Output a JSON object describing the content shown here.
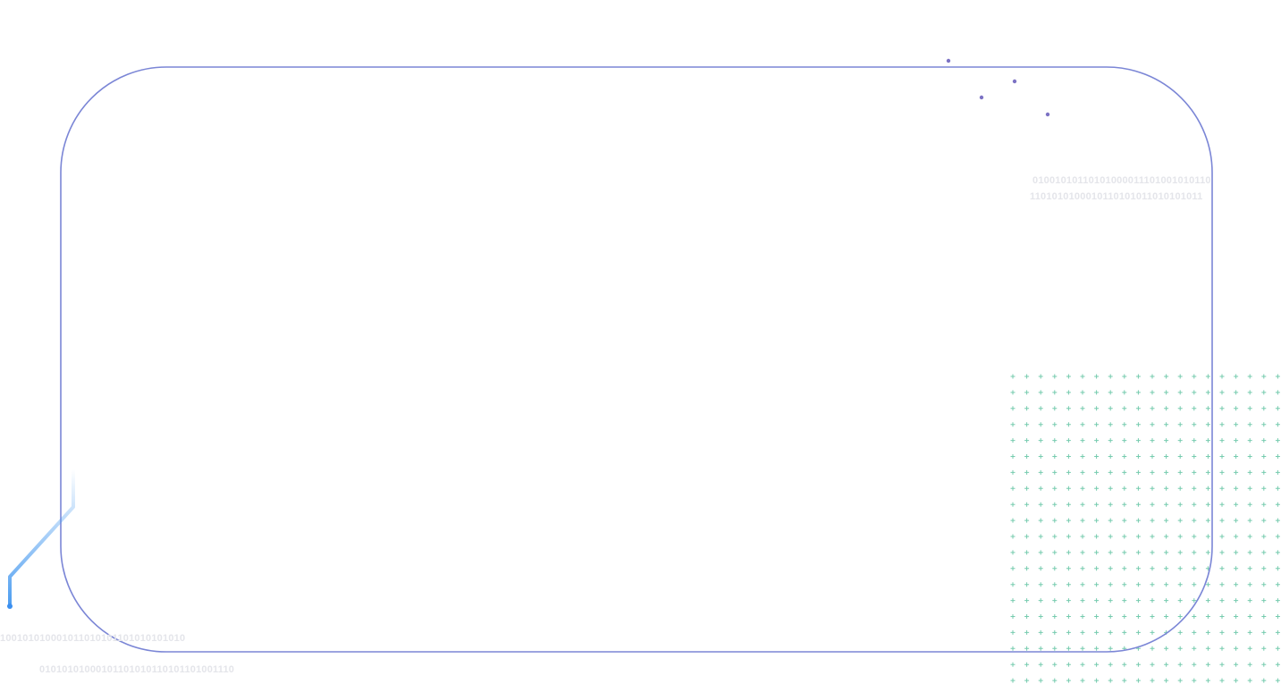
{
  "colors": {
    "background": "#ffffff",
    "frame_stroke": "#7b86d6",
    "drip_purple": "#7c72c4",
    "circuit_blue": "#4d9df0",
    "plus_green": "#5ec2a0",
    "binary_text": "#e4e5ea"
  },
  "icons": {
    "drips": "vertical-drip-lines-icon",
    "circuit": "circuit-trace-icon",
    "grid": "plus-grid-pattern-icon"
  },
  "binary_text": {
    "top_right_line_1": "010010101101010000111010010101​10",
    "top_right_line_2": "11010101000101101010110101010​11",
    "bottom_left_line_1": "10010101000101101010110101010​1010",
    "bottom_left_line_2": "0101010100010110101011010110100​1110"
  }
}
